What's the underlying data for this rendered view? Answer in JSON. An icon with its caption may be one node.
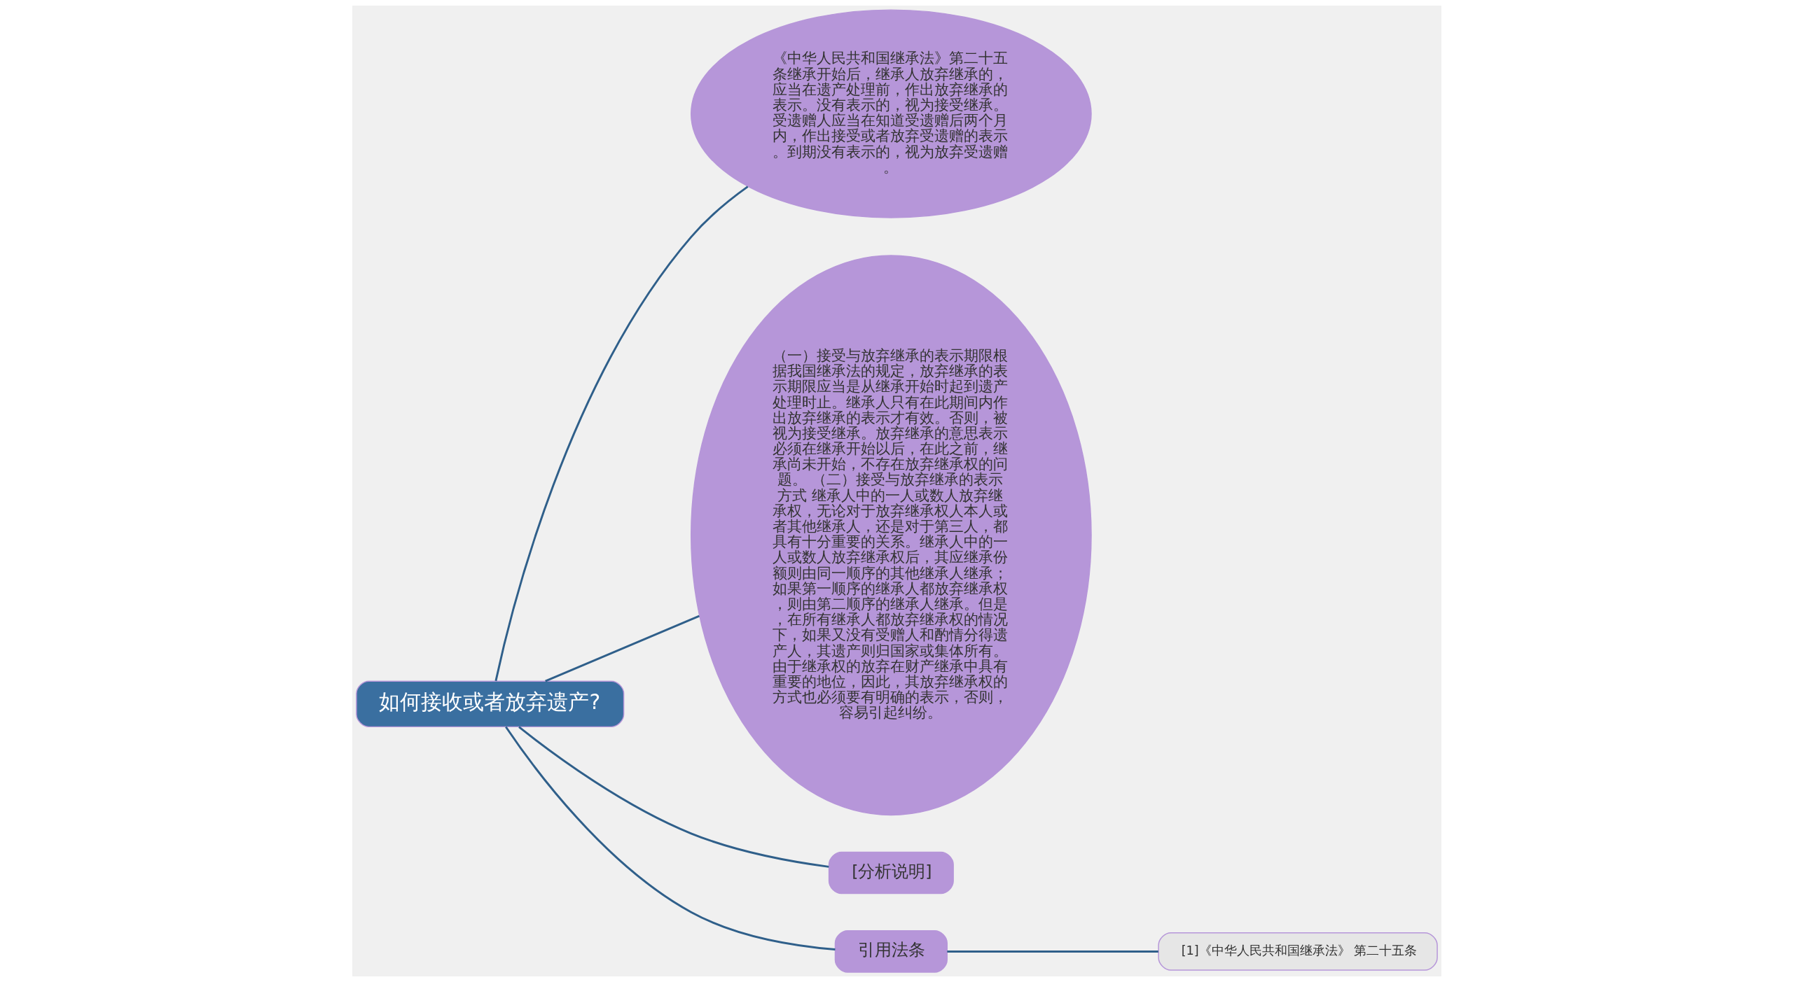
{
  "diagram": {
    "nodes": [
      {
        "text": [
          "如何接收或者放弃遗产?"
        ]
      },
      {
        "text": [
          "《中华人民共和国继承法》第二十五条继承开始后，继承人放弃继承的，应当在遗产处理前，作出放弃继承的表示。没有表示的，视为接受继承。受遗赠人应当在知道受遗赠后两个月内，作出接受或者放弃受遗赠的表示。到期没有表示的，视为放弃受遗赠。"
        ]
      },
      {
        "text": [
          "（一）接受与放弃继承的表示期限根据我国继承法的规定，放弃继承的表示期限应当是从继承开始时起到遗产处理时止。继承人只有在此期间内作出放弃继承的表示才有效。否则，被视为接受继承。放弃继承的意思表示必须在继承开始以后，在此之前，继承尚未开始，不存在放弃继承权的问题。 （二）接受与放弃继承的表示方式 继承人中的一人或数人放弃继承权，无论对于放弃继承权人本人或者其他继承人，还是对于第三人，都具有十分重要的关系。继承人中的一人或数人放弃继承权后，其应继承份额则由同一顺序的其他继承人继承；如果第一顺序的继承人都放弃继承权，则由第二顺序的继承人继承。但是，在所有继承人都放弃继承权的情况下，如果又没有受赠人和酌情分得遗产人，其遗产则归国家或集体所有。由于继承权的放弃在财产继承中具有重要的地位，因此，其放弃继承权的方式也必须要有明确的表示，否则，容易引起纠纷。"
        ]
      },
      {
        "text": [
          "[分析说明]"
        ]
      },
      {
        "text": [
          "引用法条"
        ]
      },
      {
        "text": [
          "[1]《中华人民共和国继承法》 第二十五条"
        ]
      }
    ],
    "edges": [
      {
        "from": 0,
        "to": 1,
        "arrow": "none"
      },
      {
        "from": 0,
        "to": 2,
        "arrow": "none"
      },
      {
        "from": 0,
        "to": 3,
        "arrow": "none"
      },
      {
        "from": 0,
        "to": 4,
        "arrow": "none"
      },
      {
        "from": 4,
        "to": 5,
        "arrow": "none"
      }
    ]
  }
}
